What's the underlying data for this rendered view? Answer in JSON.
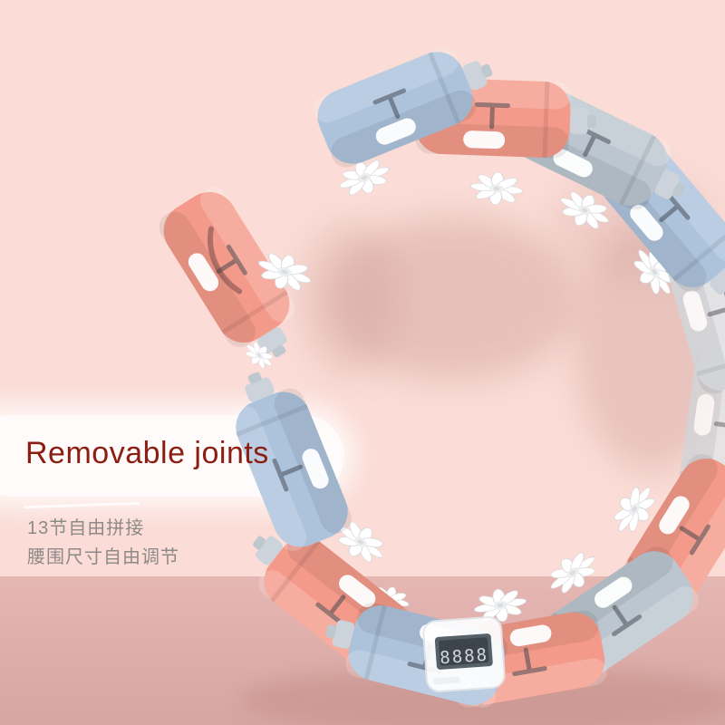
{
  "page": {
    "title": "Smart hula hoop product photo"
  },
  "overlay": {
    "headline": "Removable joints",
    "caption_line1": "13节自由拼接",
    "caption_line2": "腰围尺寸自由调节"
  },
  "counter": {
    "display": "8888"
  },
  "product": {
    "name": "smart hula hoop with removable joints and counter"
  },
  "colors": {
    "background_top": "#fbdcd6",
    "background_bottom": "#e2aeaa",
    "segment_coral": "#f49a8a",
    "segment_blue": "#adc3dc",
    "segment_gray": "#bcc6d0",
    "segment_pale": "#e2e6ea",
    "shadow_tone": "#c08a84",
    "headline_red": "#8c1d12",
    "caption_gray": "#8e8a88"
  }
}
